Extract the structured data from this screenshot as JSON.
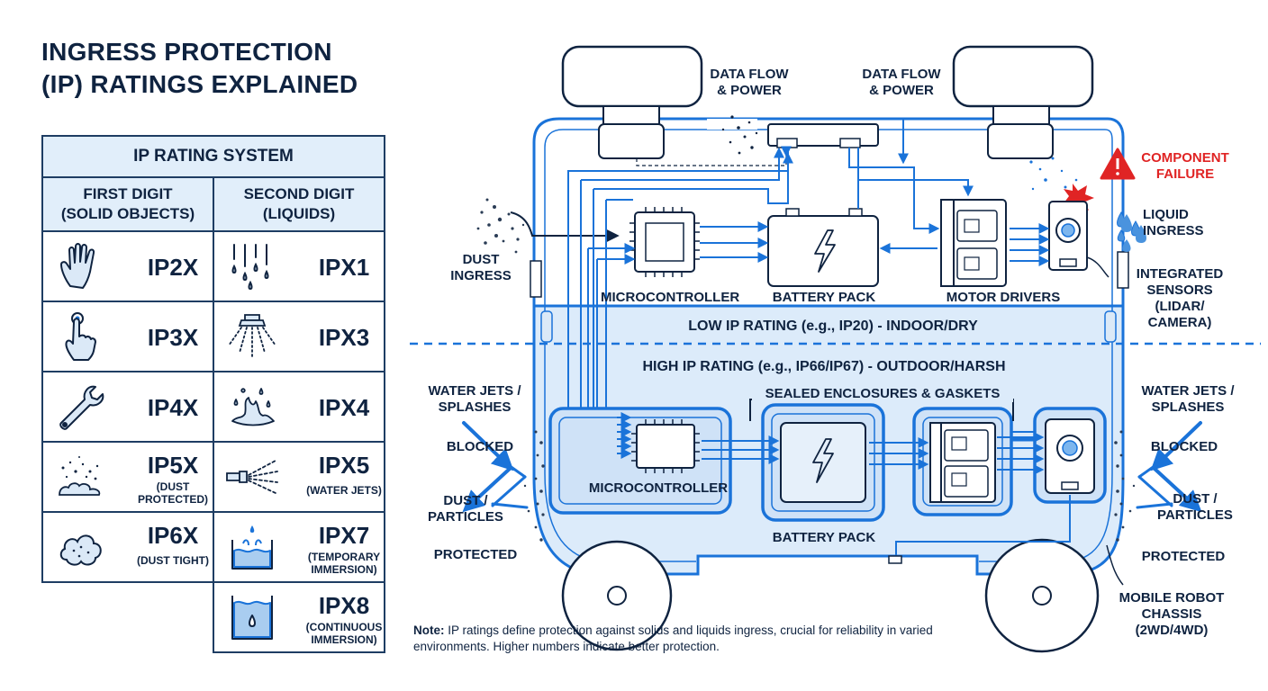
{
  "title": {
    "line1": "INGRESS PROTECTION",
    "line2": "(IP) RATINGS EXPLAINED"
  },
  "table": {
    "header": "IP RATING SYSTEM",
    "col1_line1": "FIRST DIGIT",
    "col1_line2": "(SOLID OBJECTS)",
    "col2_line1": "SECOND DIGIT",
    "col2_line2": "(LIQUIDS)",
    "rows": [
      {
        "left": {
          "code": "IP2X",
          "desc": "",
          "icon": "hand-icon"
        },
        "right": {
          "code": "IPX1",
          "desc": "",
          "icon": "dripping-water-icon"
        }
      },
      {
        "left": {
          "code": "IP3X",
          "desc": "",
          "icon": "finger-icon"
        },
        "right": {
          "code": "IPX3",
          "desc": "",
          "icon": "spray-icon"
        }
      },
      {
        "left": {
          "code": "IP4X",
          "desc": "",
          "icon": "wrench-icon"
        },
        "right": {
          "code": "IPX4",
          "desc": "",
          "icon": "splash-icon"
        }
      },
      {
        "left": {
          "code": "IP5X",
          "desc": "(DUST PROTECTED)",
          "desc1": "(DUST",
          "desc2": "PROTECTED)",
          "icon": "dust-icon"
        },
        "right": {
          "code": "IPX5",
          "desc": "(WATER JETS)",
          "icon": "water-jet-icon"
        }
      },
      {
        "left": {
          "code": "IP6X",
          "desc": "(DUST TIGHT)",
          "icon": "dust-cloud-icon"
        },
        "right": {
          "code": "IPX7",
          "desc1": "(TEMPORARY",
          "desc2": "IMMERSION)",
          "icon": "immersion-icon"
        }
      },
      {
        "right": {
          "code": "IPX8",
          "desc1": "(CONTINUOUS",
          "desc2": "IMMERSION)",
          "icon": "submerged-icon"
        }
      }
    ]
  },
  "diagram": {
    "data_flow_left": [
      "DATA FLOW",
      "& POWER"
    ],
    "data_flow_right": [
      "DATA FLOW",
      "& POWER"
    ],
    "component_failure": [
      "COMPONENT",
      "FAILURE"
    ],
    "liquid_ingress": [
      "LIQUID",
      "INGRESS"
    ],
    "dust_ingress": [
      "DUST",
      "INGRESS"
    ],
    "integrated_sensors": [
      "INTEGRATED",
      "SENSORS",
      "(LIDAR/",
      "CAMERA)"
    ],
    "microcontroller_top": "MICROCONTROLLER",
    "battery_top": "BATTERY PACK",
    "motor_drivers": "MOTOR DRIVERS",
    "low_ip": "LOW IP RATING (e.g., IP20) - INDOOR/DRY",
    "high_ip": "HIGH IP RATING (e.g., IP66/IP67) - OUTDOOR/HARSH",
    "sealed": "SEALED ENCLOSURES & GASKETS",
    "microcontroller_bottom": "MICROCONTROLLER",
    "battery_bottom": "BATTERY PACK",
    "left_side": {
      "water": [
        "WATER JETS /",
        "SPLASHES"
      ],
      "blocked": "BLOCKED",
      "dust": [
        "DUST /",
        "PARTICLES"
      ],
      "protected": "PROTECTED"
    },
    "right_side": {
      "water": [
        "WATER JETS /",
        "SPLASHES"
      ],
      "blocked": "BLOCKED",
      "dust": [
        "DUST /",
        "PARTICLES"
      ],
      "protected": "PROTECTED"
    },
    "chassis": [
      "MOBILE ROBOT",
      "CHASSIS",
      "(2WD/4WD)"
    ],
    "colors": {
      "accent": "#1a73d9",
      "dark": "#0f2340",
      "light_fill": "#e6f0fa",
      "alert": "#e02424"
    }
  },
  "note": {
    "label": "Note:",
    "text": " IP ratings define protection against solids and liquids ingress, crucial for reliability in varied environments. Higher numbers indicate better protection."
  }
}
